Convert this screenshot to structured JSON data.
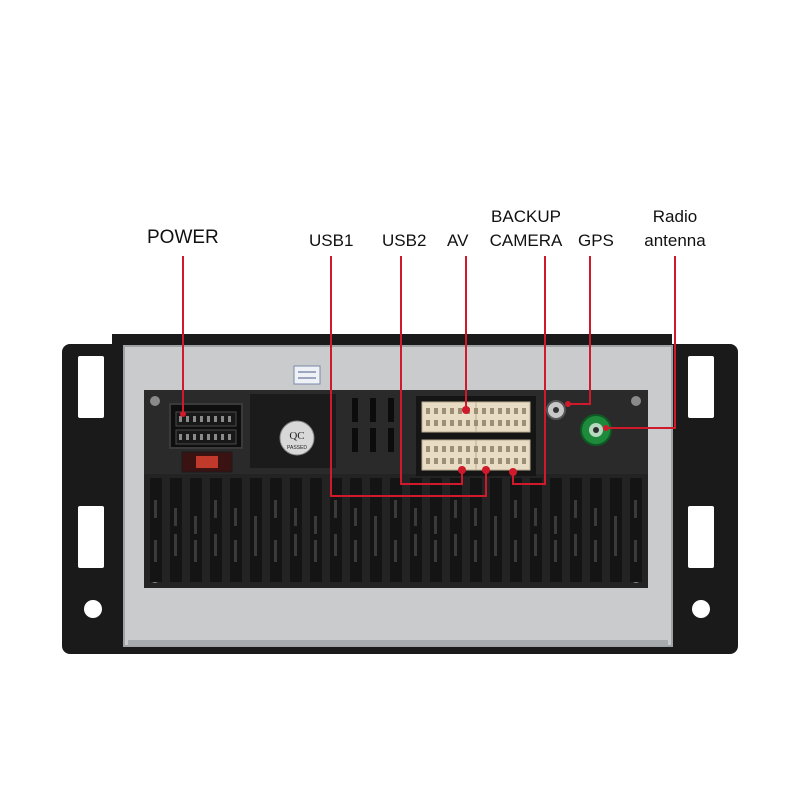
{
  "labels": {
    "power": "POWER",
    "usb1": "USB1",
    "usb2": "USB2",
    "av": "AV",
    "backup_line1": "BACKUP",
    "backup_line2": "CAMERA",
    "gps": "GPS",
    "radio_line1": "Radio",
    "radio_line2": "antenna"
  },
  "stickers": {
    "qc_line1": "QC",
    "qc_line2": "PASSED"
  },
  "colors": {
    "callout_line": "#d0192a",
    "frame": "#1a1a1a",
    "panel": "#c9cbcc",
    "unit": "#232323",
    "connector": "#e8dcc4",
    "antenna_green": "#1e8a3c"
  }
}
